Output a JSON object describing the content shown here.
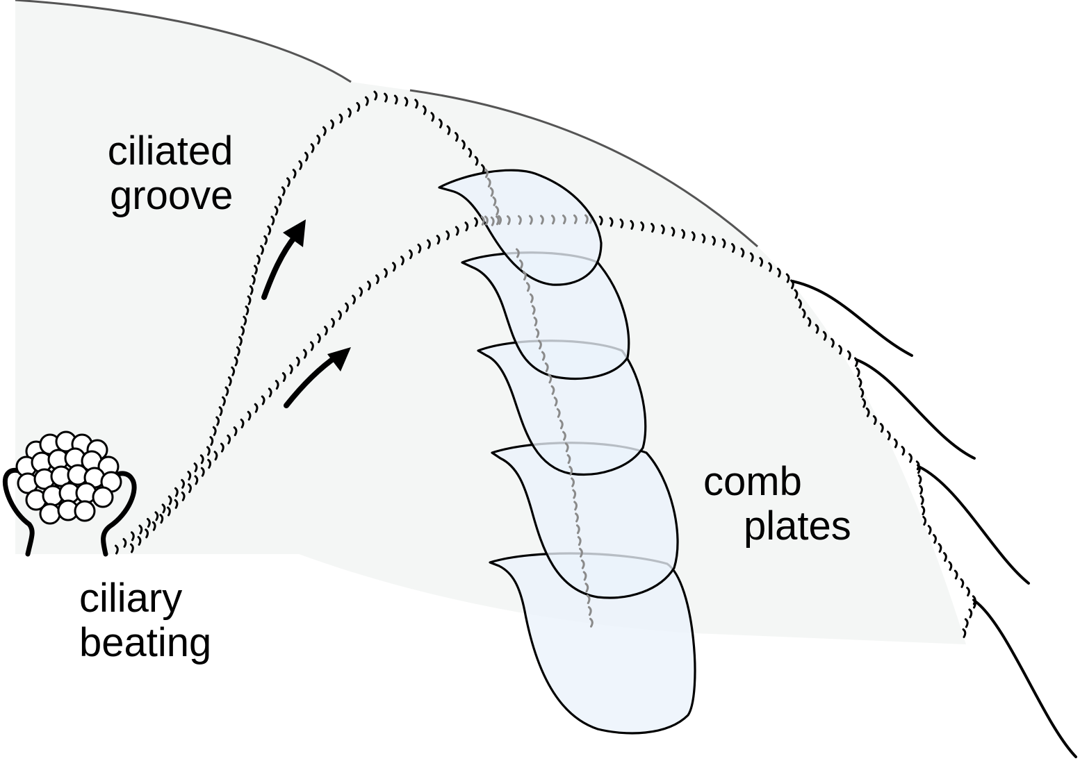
{
  "labels": {
    "ciliated_groove": [
      "ciliated",
      "groove"
    ],
    "comb_plates": [
      "comb",
      "plates"
    ],
    "ciliary_beating": [
      "ciliary",
      "beating"
    ]
  },
  "colors": {
    "body_fill": "#f4f6f5",
    "plate_fill": "#eaf2fb",
    "outline": "#000000",
    "body_edge": "#555555"
  }
}
